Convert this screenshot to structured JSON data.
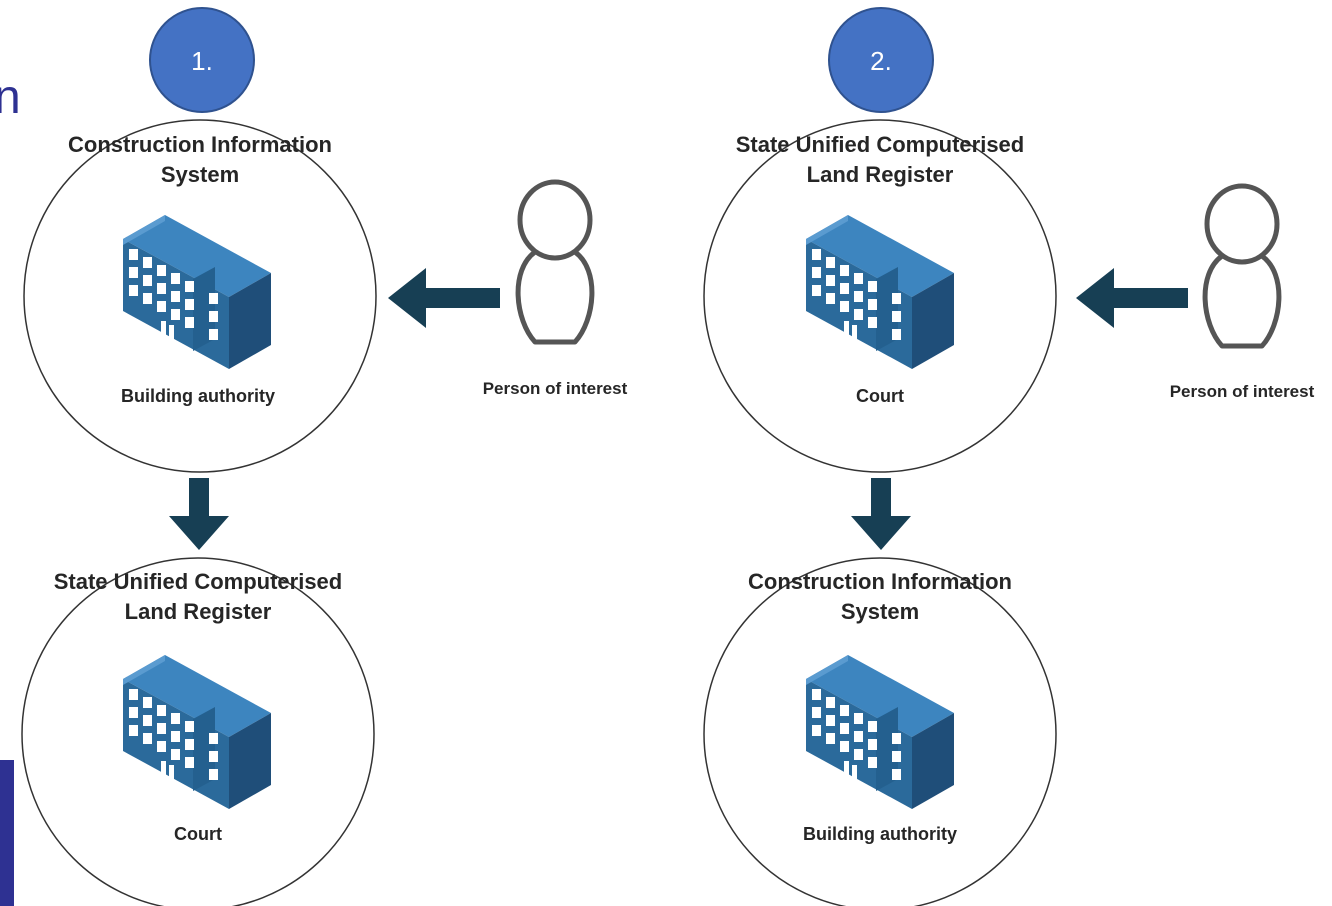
{
  "colors": {
    "step_circle": "#4472C4",
    "step_circle_border": "#2F528F",
    "arrow": "#173F54",
    "building_front": "#2B6A9B",
    "building_side": "#1F4E79",
    "building_roof": "#3D85BF",
    "person_outline": "#555555",
    "edge_accent": "#2E3192"
  },
  "edge_fragment": "n",
  "panels": [
    {
      "step": "1.",
      "top": {
        "title_line1": "Construction Information",
        "title_line2": "System",
        "icon": "building-icon",
        "label": "Building authority"
      },
      "person": {
        "icon": "person-icon",
        "label": "Person of interest"
      },
      "bottom": {
        "title_line1": "State Unified Computerised",
        "title_line2": "Land Register",
        "icon": "building-icon",
        "label": "Court"
      }
    },
    {
      "step": "2.",
      "top": {
        "title_line1": "State Unified Computerised",
        "title_line2": "Land Register",
        "icon": "building-icon",
        "label": "Court"
      },
      "person": {
        "icon": "person-icon",
        "label": "Person of interest"
      },
      "bottom": {
        "title_line1": "Construction Information",
        "title_line2": "System",
        "icon": "building-icon",
        "label": "Building authority"
      }
    }
  ]
}
